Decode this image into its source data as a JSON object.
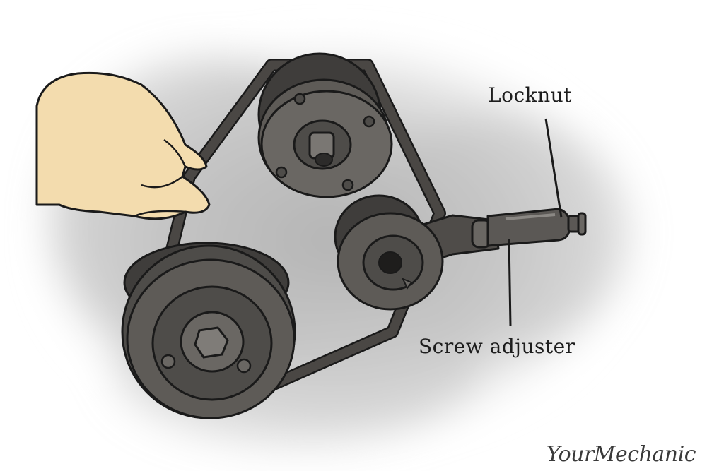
{
  "labels": {
    "locknut": "Locknut",
    "screw_adjuster": "Screw adjuster"
  },
  "brand": {
    "watermark": "YourMechanic"
  },
  "colors": {
    "pulley_dark": "#4e4c49",
    "pulley_mid": "#5e5b57",
    "pulley_face": "#6a6763",
    "belt": "#3f3d3b",
    "skin": "#f3dcae",
    "outline": "#1a1a1a",
    "backdrop": "#c9c9c9"
  },
  "icons": [
    "hand-illustration",
    "belt-illustration",
    "pulley-illustration",
    "tension-adjuster-illustration"
  ]
}
